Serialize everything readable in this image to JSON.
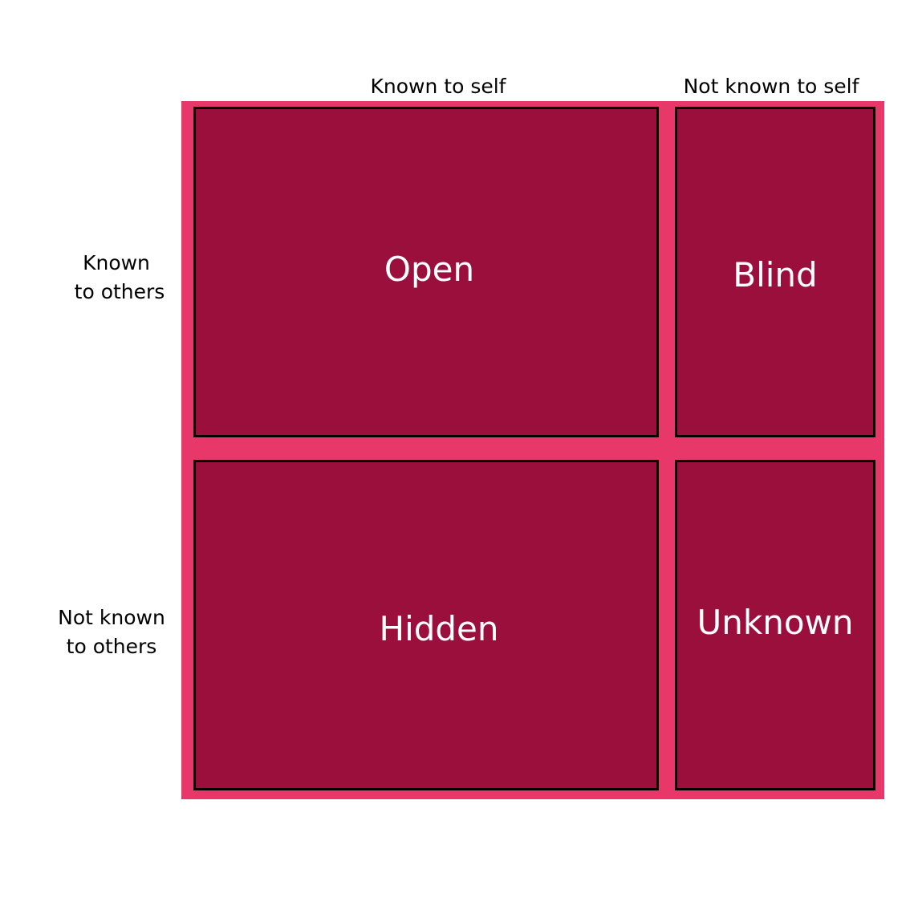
{
  "colors": {
    "frame": "#e8386a",
    "pane": "#9b0f3c",
    "pane_border": "#000000",
    "pane_text": "#ffffff",
    "header_text": "#000000"
  },
  "columns": {
    "known_to_self": "Known to self",
    "not_known_to_self": "Not known to self"
  },
  "rows": {
    "known_to_others": [
      "Known",
      "to others"
    ],
    "not_known_to_others": [
      "Not known",
      "to others"
    ]
  },
  "panes": {
    "open": "Open",
    "blind": "Blind",
    "hidden": "Hidden",
    "unknown": "Unknown"
  }
}
